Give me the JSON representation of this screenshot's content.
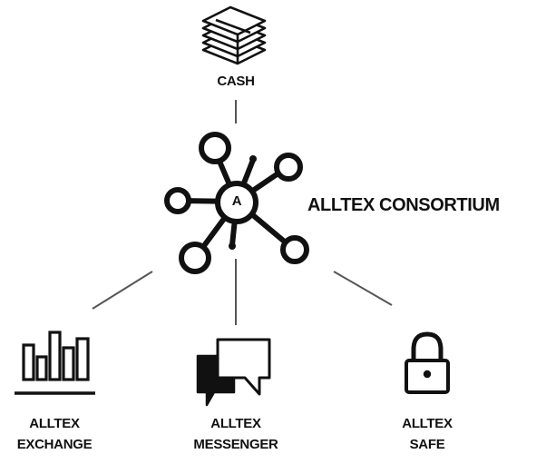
{
  "diagram": {
    "hub": {
      "label": "ALLTEX CONSORTIUM",
      "badge": "A",
      "icon": "network-hub-icon"
    },
    "top_node": {
      "label": "CASH",
      "icon": "cash-stack-icon"
    },
    "nodes": [
      {
        "line1": "ALLTEX",
        "line2": "EXCHANGE",
        "icon": "bar-chart-icon"
      },
      {
        "line1": "ALLTEX",
        "line2": "MESSENGER",
        "icon": "chat-bubbles-icon"
      },
      {
        "line1": "ALLTEX",
        "line2": "SAFE",
        "icon": "padlock-icon"
      }
    ],
    "colors": {
      "ink": "#111111",
      "line": "#555555",
      "background": "#ffffff"
    }
  }
}
